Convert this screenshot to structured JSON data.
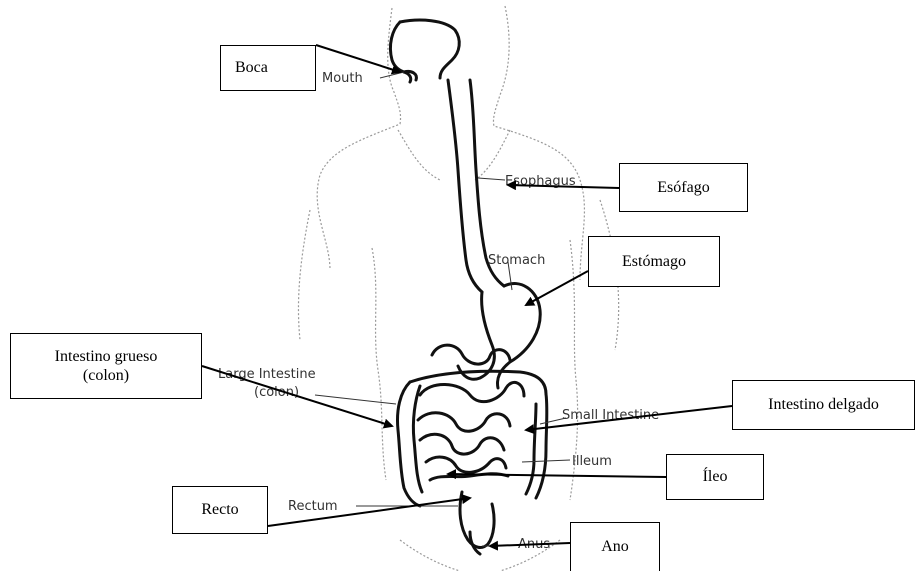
{
  "english_labels": {
    "mouth": "Mouth",
    "esophagus": "Esophagus",
    "stomach": "Stomach",
    "large_intestine_1": "Large Intestine",
    "large_intestine_2": "(colon)",
    "small_intestine": "Small Intestine",
    "illeum": "Illeum",
    "rectum": "Rectum",
    "anus": "Anus"
  },
  "spanish_labels": {
    "boca": "Boca",
    "esofago": "Esófago",
    "estomago": "Estómago",
    "intestino_grueso_1": "Intestino grueso",
    "intestino_grueso_2": "(colon)",
    "intestino_delgado": "Intestino delgado",
    "ileo": "Íleo",
    "recto": "Recto",
    "ano": "Ano"
  }
}
